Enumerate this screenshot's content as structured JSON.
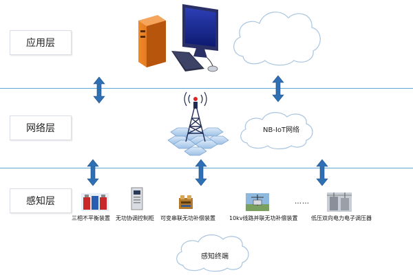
{
  "layers": {
    "application": "应用层",
    "network": "网络层",
    "perception": "感知层"
  },
  "network_cloud_label": "NB-IoT网络",
  "terminal_cloud_label": "感知终端",
  "devices": [
    {
      "label": "三相不平衡装置",
      "icon": "three-phase-unbalance-device-icon"
    },
    {
      "label": "无功协调控制柜",
      "icon": "reactive-power-control-cabinet-icon"
    },
    {
      "label": "可变串联无功补偿装置",
      "icon": "series-reactive-compensation-icon"
    },
    {
      "label": "10kv线路并联无功补偿装置",
      "icon": "parallel-reactive-compensation-icon"
    },
    {
      "label": "低压双向电力电子调压器",
      "icon": "low-voltage-regulator-icon"
    }
  ],
  "ellipsis": "……",
  "colors": {
    "line": "#5aa7d8",
    "arrow_fill": "#2f6fb3",
    "hex_fill": "#bcd6f0",
    "cloud_stroke": "#a8c4e0"
  }
}
